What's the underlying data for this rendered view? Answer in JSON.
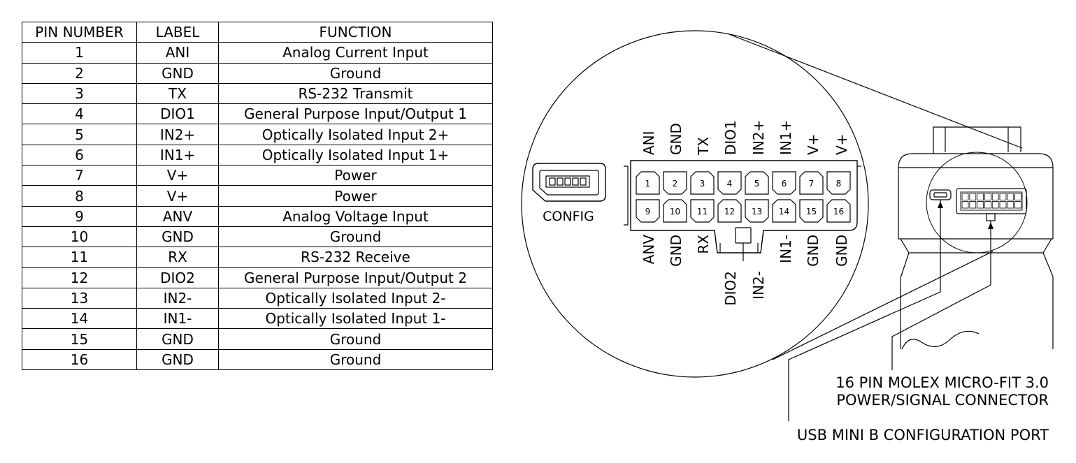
{
  "table": {
    "headers": [
      "PIN NUMBER",
      "LABEL",
      "FUNCTION"
    ],
    "rows": [
      [
        "1",
        "ANI",
        "Analog Current Input"
      ],
      [
        "2",
        "GND",
        "Ground"
      ],
      [
        "3",
        "TX",
        "RS-232 Transmit"
      ],
      [
        "4",
        "DIO1",
        "General Purpose Input/Output 1"
      ],
      [
        "5",
        "IN2+",
        "Optically Isolated Input 2+"
      ],
      [
        "6",
        "IN1+",
        "Optically Isolated Input 1+"
      ],
      [
        "7",
        "V+",
        "Power"
      ],
      [
        "8",
        "V+",
        "Power"
      ],
      [
        "9",
        "ANV",
        "Analog Voltage Input"
      ],
      [
        "10",
        "GND",
        "Ground"
      ],
      [
        "11",
        "RX",
        "RS-232 Receive"
      ],
      [
        "12",
        "DIO2",
        "General Purpose Input/Output 2"
      ],
      [
        "13",
        "IN2-",
        "Optically Isolated Input 2-"
      ],
      [
        "14",
        "IN1-",
        "Optically Isolated Input 1-"
      ],
      [
        "15",
        "GND",
        "Ground"
      ],
      [
        "16",
        "GND",
        "Ground"
      ]
    ]
  },
  "diagram": {
    "config_label": "CONFIG",
    "top_pin_numbers": [
      "1",
      "2",
      "3",
      "4",
      "5",
      "6",
      "7",
      "8"
    ],
    "bottom_pin_numbers": [
      "9",
      "10",
      "11",
      "12",
      "13",
      "14",
      "15",
      "16"
    ],
    "top_labels": [
      "ANI",
      "GND",
      "TX",
      "DIO1",
      "IN2+",
      "IN1+",
      "V+",
      "V+"
    ],
    "bottom_labels": [
      "ANV",
      "GND",
      "RX",
      "DIO2",
      "IN2-",
      "IN1-",
      "GND",
      "GND"
    ],
    "callout_connector_line1": "16 PIN MOLEX MICRO-FIT 3.0",
    "callout_connector_line2": "POWER/SIGNAL CONNECTOR",
    "callout_usb": "USB MINI B CONFIGURATION PORT"
  }
}
